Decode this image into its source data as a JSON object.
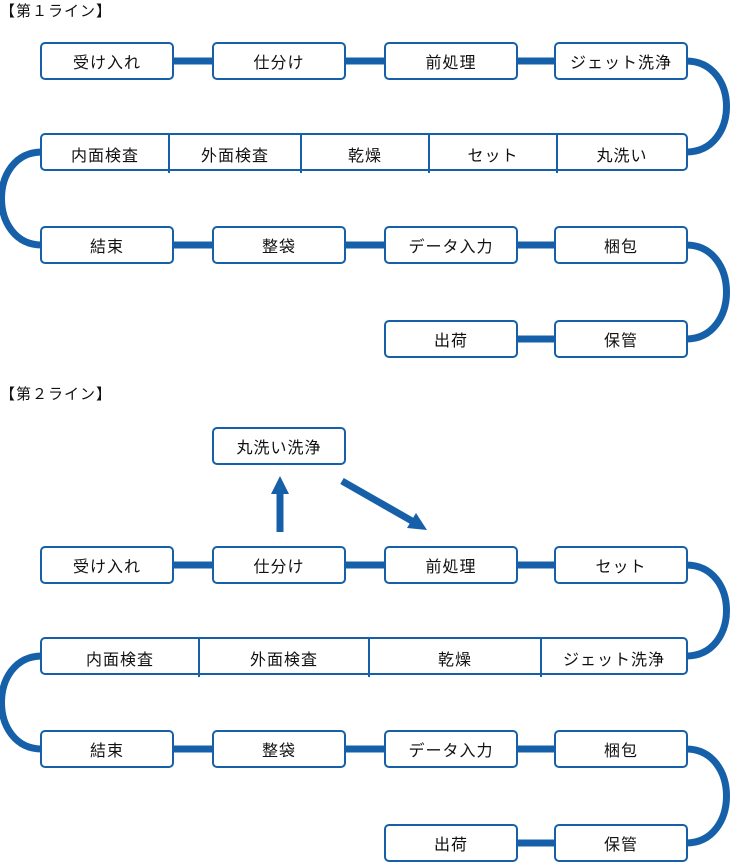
{
  "accent_color": "#1560a8",
  "line1": {
    "heading": "【第１ライン】",
    "row1": [
      "受け入れ",
      "仕分け",
      "前処理",
      "ジェット洗浄"
    ],
    "row2": [
      "内面検査",
      "外面検査",
      "乾燥",
      "セット",
      "丸洗い"
    ],
    "row3": [
      "結束",
      "整袋",
      "データ入力",
      "梱包"
    ],
    "row4": [
      "出荷",
      "保管"
    ]
  },
  "line2": {
    "heading": "【第２ライン】",
    "branch": "丸洗い洗浄",
    "row1": [
      "受け入れ",
      "仕分け",
      "前処理",
      "セット"
    ],
    "row2": [
      "内面検査",
      "外面検査",
      "乾燥",
      "ジェット洗浄"
    ],
    "row3": [
      "結束",
      "整袋",
      "データ入力",
      "梱包"
    ],
    "row4": [
      "出荷",
      "保管"
    ]
  }
}
